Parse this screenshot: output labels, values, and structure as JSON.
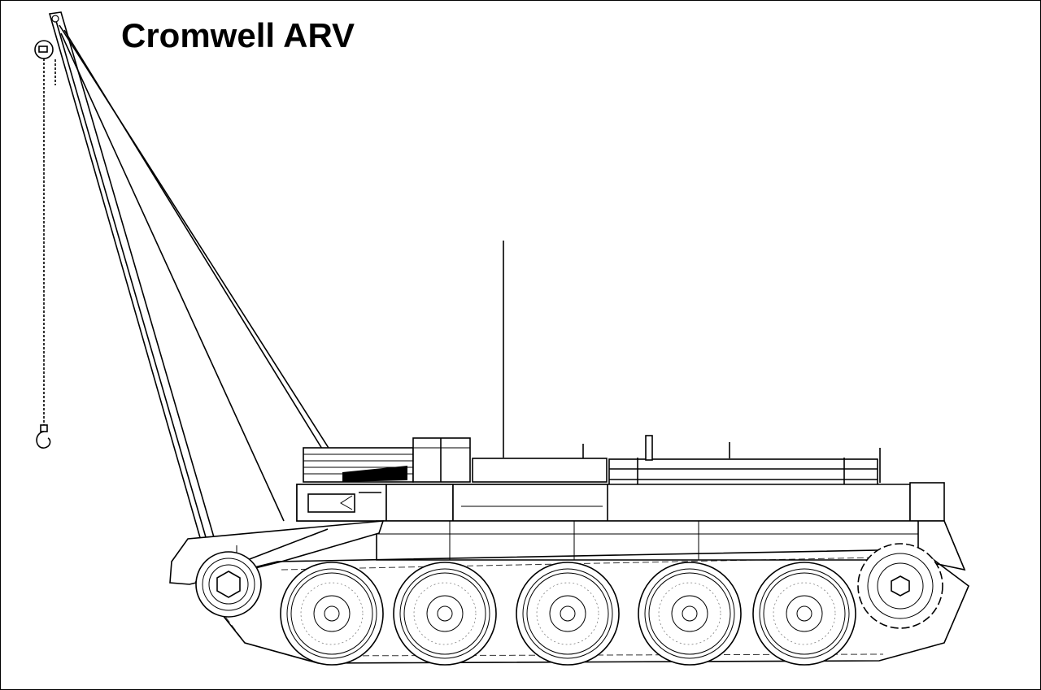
{
  "title": "Cromwell ARV",
  "drawing": {
    "subject": "Cromwell armoured recovery vehicle, side elevation",
    "road_wheels": 5,
    "features": [
      "jib crane with chain hoist and hook",
      "A-frame stay cables",
      "radio antenna",
      "timber baulks stowage",
      "drive sprocket",
      "front idler",
      "track"
    ]
  },
  "colors": {
    "line": "#000000",
    "background": "#ffffff"
  }
}
